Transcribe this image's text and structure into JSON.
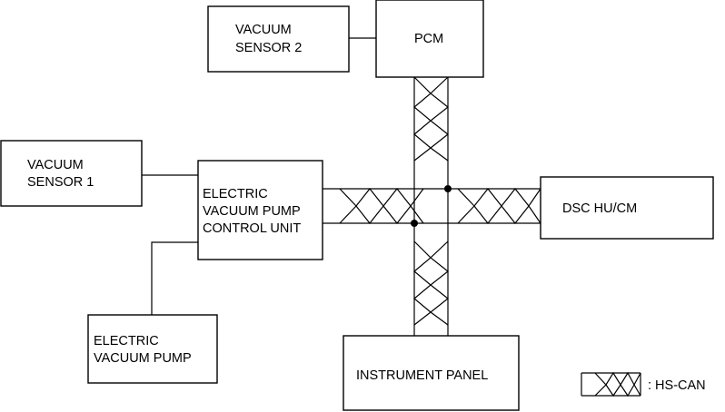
{
  "blocks": {
    "vacuum_sensor_2": [
      "VACUUM",
      "SENSOR 2"
    ],
    "pcm": [
      "PCM"
    ],
    "vacuum_sensor_1": [
      "VACUUM",
      "SENSOR 1"
    ],
    "control_unit": [
      "ELECTRIC",
      "VACUUM PUMP",
      "CONTROL UNIT"
    ],
    "dsc": [
      "DSC HU/CM"
    ],
    "pump": [
      "ELECTRIC",
      "VACUUM PUMP"
    ],
    "instrument_panel": [
      "INSTRUMENT PANEL"
    ]
  },
  "legend": {
    "label": ": HS-CAN"
  }
}
